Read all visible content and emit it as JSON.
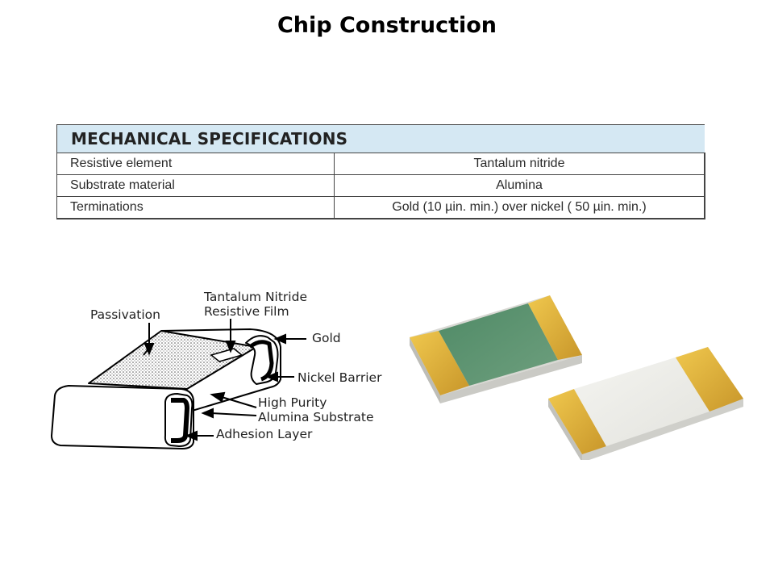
{
  "slide": {
    "title": "Chip Construction"
  },
  "mech_specs": {
    "heading": "MECHANICAL SPECIFICATIONS",
    "rows": [
      {
        "label": "Resistive element",
        "value": "Tantalum nitride"
      },
      {
        "label": "Substrate material",
        "value": "Alumina"
      },
      {
        "label": "Terminations",
        "value": "Gold (10 µin. min.) over nickel ( 50 µin. min.)"
      }
    ]
  },
  "diagram": {
    "callouts": {
      "passivation": "Passivation",
      "film_line1": "Tantalum Nitride",
      "film_line2": "Resistive Film",
      "gold": "Gold",
      "nickel": "Nickel Barrier",
      "substrate_line1": "High Purity",
      "substrate_line2": "Alumina Substrate",
      "adhesion": "Adhesion Layer"
    }
  },
  "photo": {
    "colors": {
      "gold_terminal": "#d9ad3c",
      "green_element": "#5e9272",
      "white_element": "#eeeeea",
      "substrate_edge": "#e2e2de"
    }
  }
}
